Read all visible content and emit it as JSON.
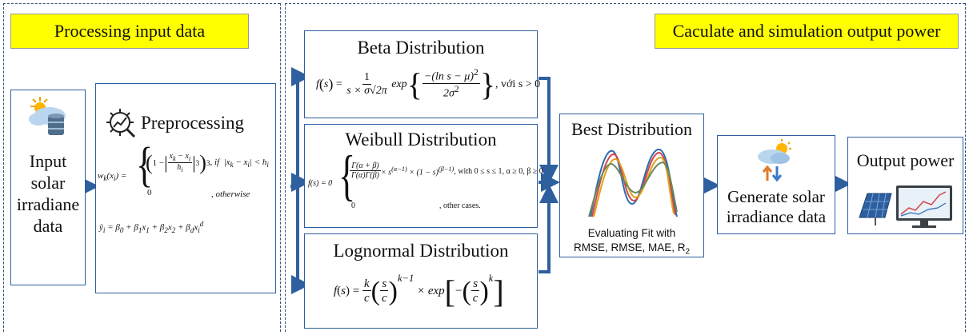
{
  "banners": {
    "left": "Processing input data",
    "right": "Caculate and simulation output power"
  },
  "input": {
    "label_lines": [
      "Input",
      "solar",
      "irradiane",
      "data"
    ]
  },
  "preprocessing": {
    "title": "Preprocessing"
  },
  "beta": {
    "title": "Beta Distribution",
    "condition": "với s > 0"
  },
  "weibull": {
    "title": "Weibull Distribution",
    "cond1": ", with  0 ≤ s ≤ 1, α ≥ 0, β ≥ 0",
    "cond2": ", other cases."
  },
  "lognormal": {
    "title": "Lognormal Distribution"
  },
  "best": {
    "title": "Best Distribution",
    "caption_line1": "Evaluating Fit with",
    "caption_line2": "RMSE, RMSE, MAE, R",
    "caption_sub": "2"
  },
  "generate": {
    "label_lines": [
      "Generate solar",
      "irradiance data"
    ]
  },
  "output": {
    "title": "Output power"
  },
  "colors": {
    "arrow": "#2e5f9e",
    "banner": "#ffff00",
    "border": "#2e5f9e",
    "dash": "#2f4f7f"
  },
  "icons": [
    "weather-database-icon",
    "analytics-gear-icon",
    "weather-exchange-icon",
    "solar-panel-computer-icon"
  ]
}
